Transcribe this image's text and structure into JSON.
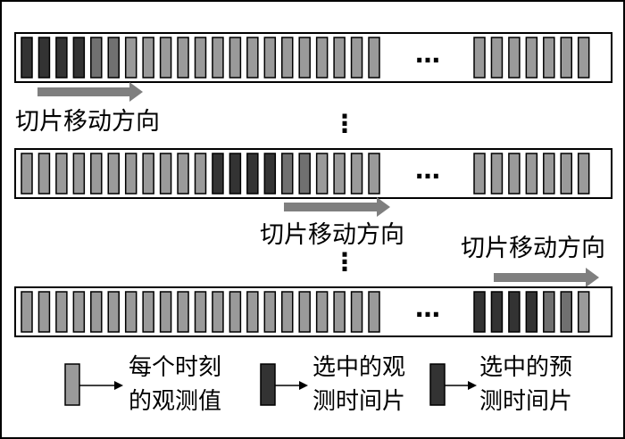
{
  "colors": {
    "observation": "#9a9a9a",
    "observed_selected": "#333333",
    "observed_mid": "#707070",
    "predicted_selected": "#333333",
    "predicted_mid": "#707070",
    "arrow": "#7f7f7f",
    "frame": "#000000"
  },
  "rows": [
    {
      "direction_label": "切片移动方向",
      "ellipsis": "…",
      "observed_selected": [
        0,
        6
      ],
      "predicted_selected": null
    },
    {
      "direction_label": "切片移动方向",
      "ellipsis": "…",
      "observed_selected": [
        11,
        17
      ],
      "predicted_selected": null
    },
    {
      "direction_label": "切片移动方向",
      "ellipsis": "…",
      "observed_selected": null,
      "predicted_selected": [
        0,
        6
      ]
    }
  ],
  "vertical_ellipsis": [
    "⋮",
    "⋮"
  ],
  "legend": [
    {
      "swatch": "observation",
      "line1": "每个时刻",
      "line2": "的观测值"
    },
    {
      "swatch": "observed_selected",
      "line1": "选中的观",
      "line2": "测时间片"
    },
    {
      "swatch": "predicted_selected",
      "line1": "选中的预",
      "line2": "测时间片"
    }
  ]
}
